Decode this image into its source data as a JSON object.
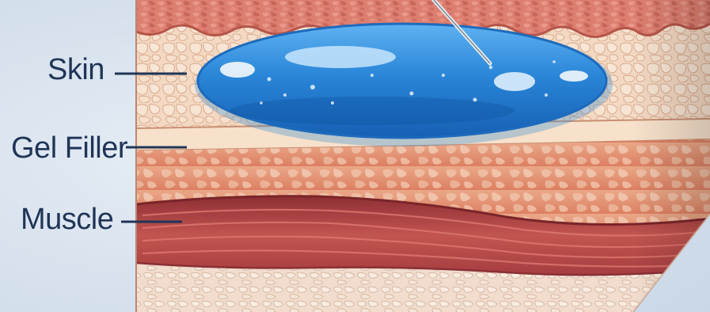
{
  "labels": {
    "skin": "Skin",
    "gel_filler": "Gel Filler",
    "muscle": "Muscle"
  },
  "colors": {
    "background": "#d8e3ee",
    "label_text": "#1f3557",
    "epidermis": "#d9796b",
    "dermis_cells": "#f3d8c2",
    "gel": "#2a86d8",
    "fat_layer": "#e49577",
    "muscle": "#b94a47",
    "base_layer": "#f1dccd"
  }
}
